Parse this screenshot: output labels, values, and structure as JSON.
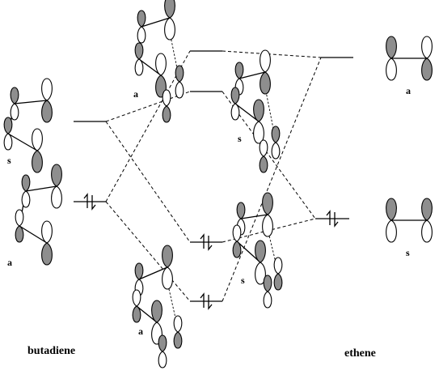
{
  "labels": {
    "butadiene": "butadiene",
    "ethene": "ethene"
  },
  "symmetry": {
    "butadiene_upper": "s",
    "butadiene_lower": "a",
    "product_top": "a",
    "product_mid_upper": "s",
    "product_mid_lower": "s",
    "product_bottom": "a",
    "ethene_upper": "a",
    "ethene_lower": "s"
  },
  "levels": {
    "butadiene_lumo": {
      "electrons": 0
    },
    "butadiene_homo": {
      "electrons": 2
    },
    "ethene_lumo": {
      "electrons": 0
    },
    "ethene_homo": {
      "electrons": 2
    },
    "product_1": {
      "electrons": 0
    },
    "product_2": {
      "electrons": 0
    },
    "product_3": {
      "electrons": 2
    },
    "product_4": {
      "electrons": 2
    }
  }
}
